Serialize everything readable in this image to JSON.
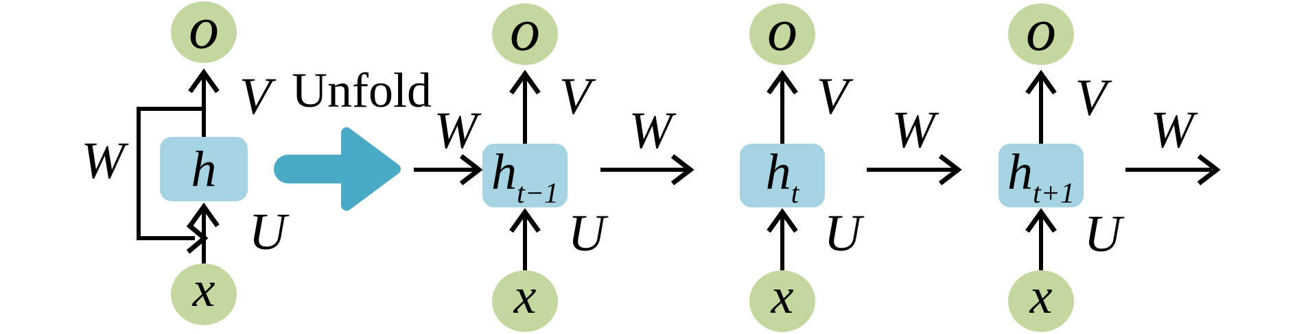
{
  "diagram_type": "recurrent-neural-network-unfolding",
  "colors": {
    "background": "#ffffff",
    "node_fill_green": "#c3d79f",
    "hidden_fill_blue": "#a6d3e1",
    "unfold_arrow_teal": "#4aa9c4",
    "line_black": "#000000"
  },
  "folded_unit": {
    "output_label": "o",
    "hidden_label": "h",
    "input_label": "x",
    "output_weight_label": "V",
    "input_weight_label": "U",
    "recurrent_weight_label": "W"
  },
  "unfold": {
    "label": "Unfold"
  },
  "unfolded_units": [
    {
      "incoming_weight_label": "W",
      "output_label": "o",
      "hidden_label": "h",
      "hidden_subscript": "t−1",
      "input_label": "x",
      "output_weight_label": "V",
      "input_weight_label": "U"
    },
    {
      "incoming_weight_label": "W",
      "output_label": "o",
      "hidden_label": "h",
      "hidden_subscript": "t",
      "input_label": "x",
      "output_weight_label": "V",
      "input_weight_label": "U"
    },
    {
      "incoming_weight_label": "W",
      "output_label": "o",
      "hidden_label": "h",
      "hidden_subscript": "t+1",
      "input_label": "x",
      "output_weight_label": "V",
      "input_weight_label": "U"
    }
  ],
  "outgoing": {
    "weight_label": "W"
  }
}
